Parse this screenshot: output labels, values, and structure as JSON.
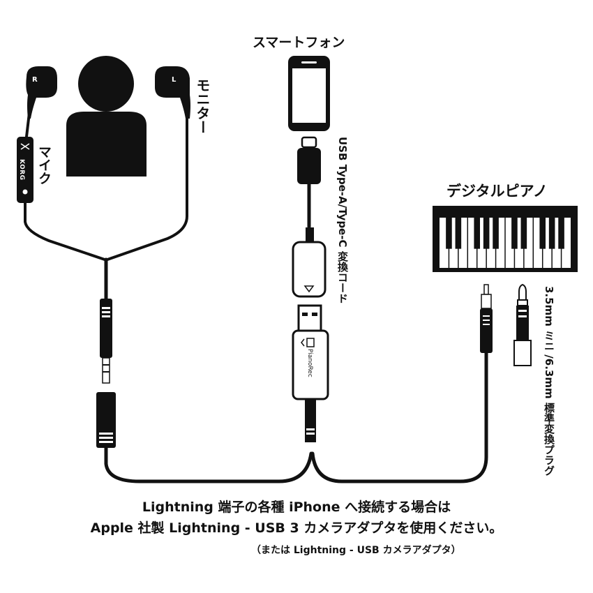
{
  "labels": {
    "smartphone": "スマートフォン",
    "digital_piano": "デジタルピアノ",
    "monitor": "モニター",
    "mic": "マイク",
    "usb_cable": "USB Type-A/Type-C 変換コード",
    "plug_adapter": "3.5mm ミニ /6.3mm 標準変換プラグ"
  },
  "brands": {
    "korg": "KORG",
    "pianorec": "PianoRec"
  },
  "earbuds": {
    "right": "R",
    "left": "L"
  },
  "caption": {
    "line1": "Lightning 端子の各種 iPhone へ接続する場合は",
    "line2": "Apple 社製 Lightning - USB 3 カメラアダプタを使用ください。",
    "note": "（または Lightning - USB カメラアダプタ）"
  },
  "colors": {
    "ink": "#111111",
    "paper": "#ffffff"
  }
}
